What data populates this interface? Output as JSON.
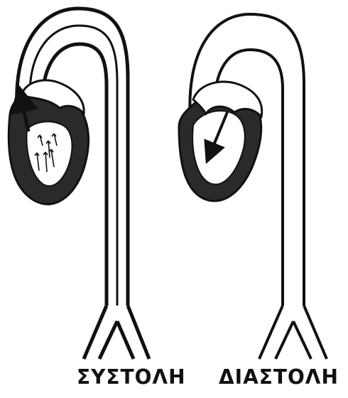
{
  "figure": {
    "left_panel": {
      "caption": "ΣΥΣΤΟΛΗ",
      "flow_direction": "out of heart",
      "arrow_icon": "arrow-up-icon"
    },
    "right_panel": {
      "caption": "ΔΙΑΣΤΟΛΗ",
      "flow_direction": "into heart",
      "arrow_icon": "arrow-down-icon"
    },
    "colors": {
      "ink": "#111111",
      "heart_fill": "#2a2a2a",
      "background": "#ffffff"
    }
  }
}
